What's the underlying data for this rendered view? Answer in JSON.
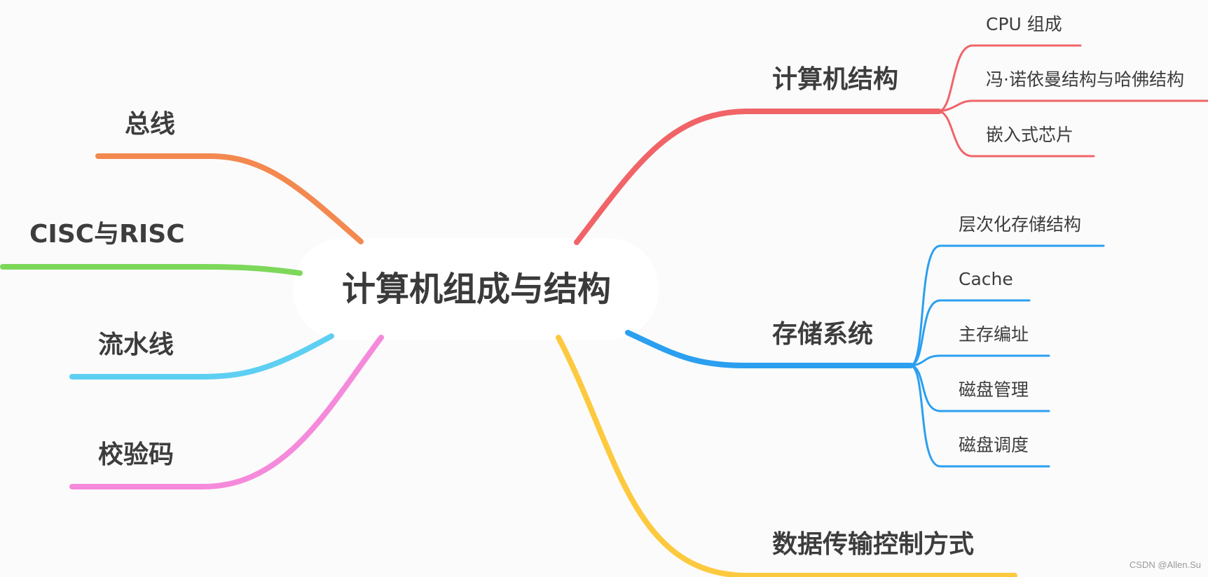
{
  "root": {
    "label": "计算机组成与结构"
  },
  "branches": {
    "arch": {
      "label": "计算机结构",
      "color": "#f06468",
      "children": [
        "CPU 组成",
        "冯·诺依曼结构与哈佛结构",
        "嵌入式芯片"
      ]
    },
    "storage": {
      "label": "存储系统",
      "color": "#2b9ff0",
      "children": [
        "层次化存储结构",
        "Cache",
        "主存编址",
        "磁盘管理",
        "磁盘调度"
      ]
    },
    "transfer": {
      "label": "数据传输控制方式",
      "color": "#fdc93e"
    },
    "bus": {
      "label": "总线",
      "color": "#f3894f"
    },
    "cisc": {
      "label": "CISC与RISC",
      "color": "#7dd85a"
    },
    "pipeline": {
      "label": "流水线",
      "color": "#5dcff2"
    },
    "checksum": {
      "label": "校验码",
      "color": "#f58adb"
    }
  },
  "watermark": "CSDN @Allen.Su"
}
